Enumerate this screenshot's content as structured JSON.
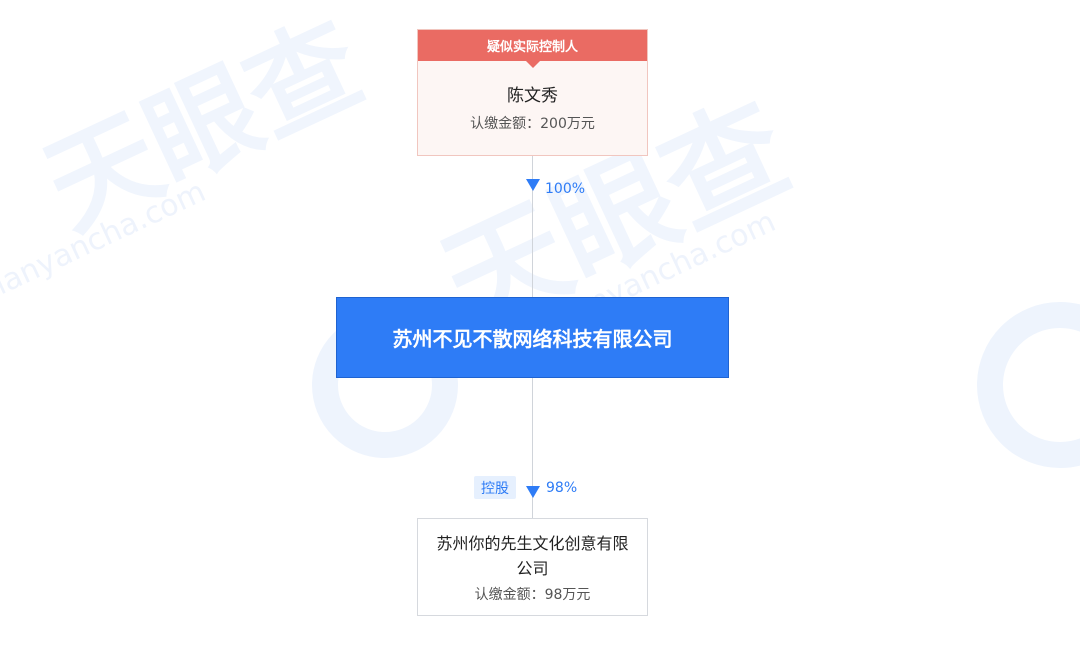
{
  "watermark": {
    "brand": "天眼查",
    "domain": "tianyancha.com",
    "icon": "tianyancha-logo-icon",
    "color": "#eaf2fd"
  },
  "controller": {
    "tag": "疑似实际控制人",
    "name": "陈文秀",
    "amount": "认缴金额：200万元",
    "tag_color": "#ea6b63"
  },
  "top_edge": {
    "percent": "100%"
  },
  "main_company": {
    "name": "苏州不见不散网络科技有限公司",
    "color": "#2e7cf6"
  },
  "bottom_edge": {
    "badge": "控股",
    "percent": "98%"
  },
  "subsidiary": {
    "name": "苏州你的先生文化创意有限公司",
    "amount": "认缴金额：98万元"
  }
}
